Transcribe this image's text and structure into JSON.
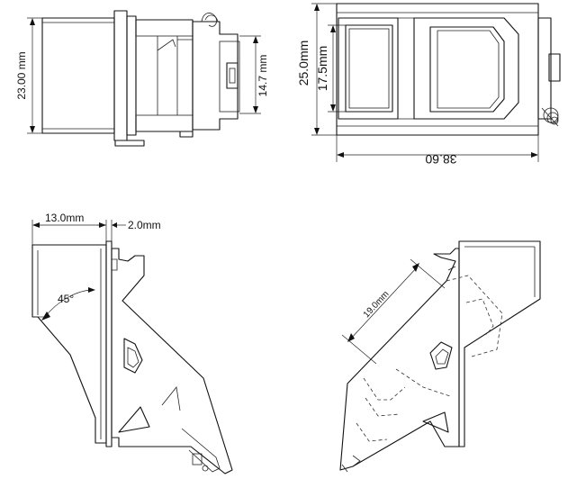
{
  "dimensions": {
    "front_height": "23.00 mm",
    "front_inner_height": "14.7 mm",
    "top_height": "25.0mm",
    "top_inner_height": "17.5mm",
    "top_width": "38.60",
    "side_depth": "13.0mm",
    "side_wall": "2.0mm",
    "side_angle": "45°",
    "iso_length": "19.0mm"
  },
  "colors": {
    "line": "#111111",
    "background": "#ffffff"
  }
}
